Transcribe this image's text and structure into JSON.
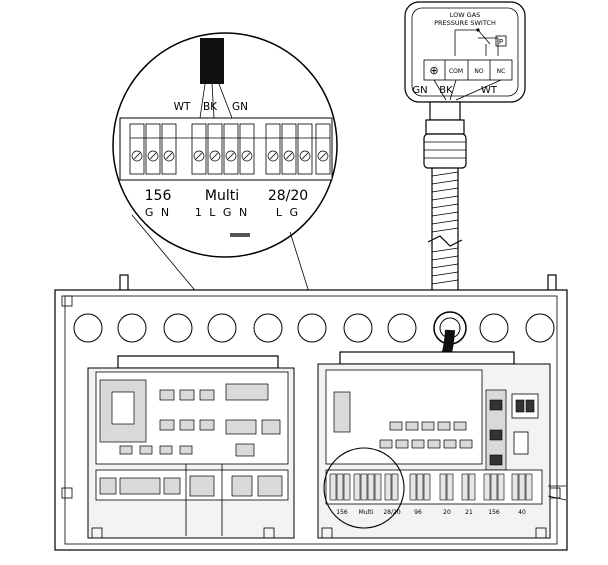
{
  "switch": {
    "title_line1": "LOW GAS",
    "title_line2": "PRESSURE SWITCH",
    "p_label": "P",
    "terminals": [
      "COM",
      "NO",
      "NC"
    ],
    "ground_symbol": "⊕",
    "wire_labels": [
      "GN",
      "BK",
      "WT"
    ]
  },
  "callout": {
    "wire_labels": [
      "WT",
      "BK",
      "GN"
    ],
    "groups": [
      {
        "name": "156",
        "terms": "G N"
      },
      {
        "name": "Multi",
        "terms": "1 L G N"
      },
      {
        "name": "28/20",
        "terms": "L G"
      }
    ]
  },
  "board": {
    "terminal_labels": [
      "156",
      "Multi",
      "28/20",
      "96",
      "20",
      "21",
      "156",
      "40"
    ]
  }
}
